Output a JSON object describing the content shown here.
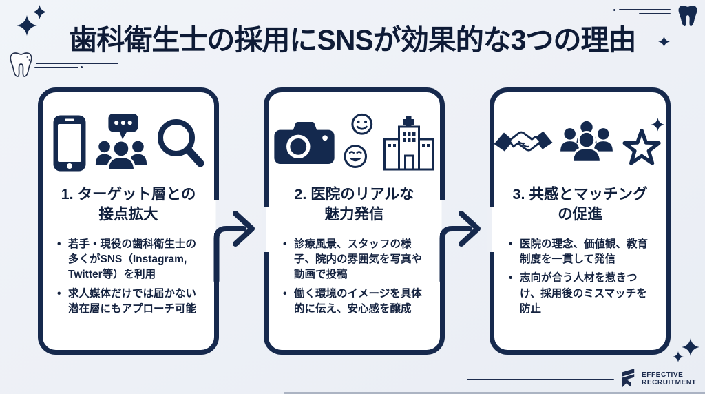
{
  "colors": {
    "navy": "#16294d",
    "background": "#edf0f6",
    "card_background": "#ffffff",
    "title_text": "#0e1b36"
  },
  "header": {
    "title": "歯科衛生士の採用にSNSが効果的な3つの理由"
  },
  "cards": [
    {
      "title_line1": "1. ターゲット層との",
      "title_line2": "接点拡大",
      "icons": [
        "smartphone-icon",
        "chat-group-icon",
        "magnifier-icon"
      ],
      "bullets": [
        "若手・現役の歯科衛生士の多くがSNS（Instagram, Twitter等）を利用",
        "求人媒体だけでは届かない潜在層にもアプローチ可能"
      ]
    },
    {
      "title_line1": "2. 医院のリアルな",
      "title_line2": "魅力発信",
      "icons": [
        "camera-icon",
        "smiley-faces-icon",
        "hospital-icon"
      ],
      "bullets": [
        "診療風景、スタッフの様子、院内の雰囲気を写真や動画で投稿",
        "働く環境のイメージを具体的に伝え、安心感を醸成"
      ]
    },
    {
      "title_line1": "3. 共感とマッチング",
      "title_line2": "の促進",
      "icons": [
        "handshake-icon",
        "people-group-icon",
        "star-icon"
      ],
      "bullets": [
        "医院の理念、価値観、教育制度を一貫して発信",
        "志向が合う人材を惹きつけ、採用後のミスマッチを防止"
      ]
    }
  ],
  "decorations": {
    "icons": [
      "sparkle-icon",
      "tooth-outline-icon",
      "tooth-filled-icon",
      "arrow-right-icon"
    ]
  },
  "brand": {
    "name_line1": "EFFECTIVE",
    "name_line2": "RECRUITMENT"
  }
}
